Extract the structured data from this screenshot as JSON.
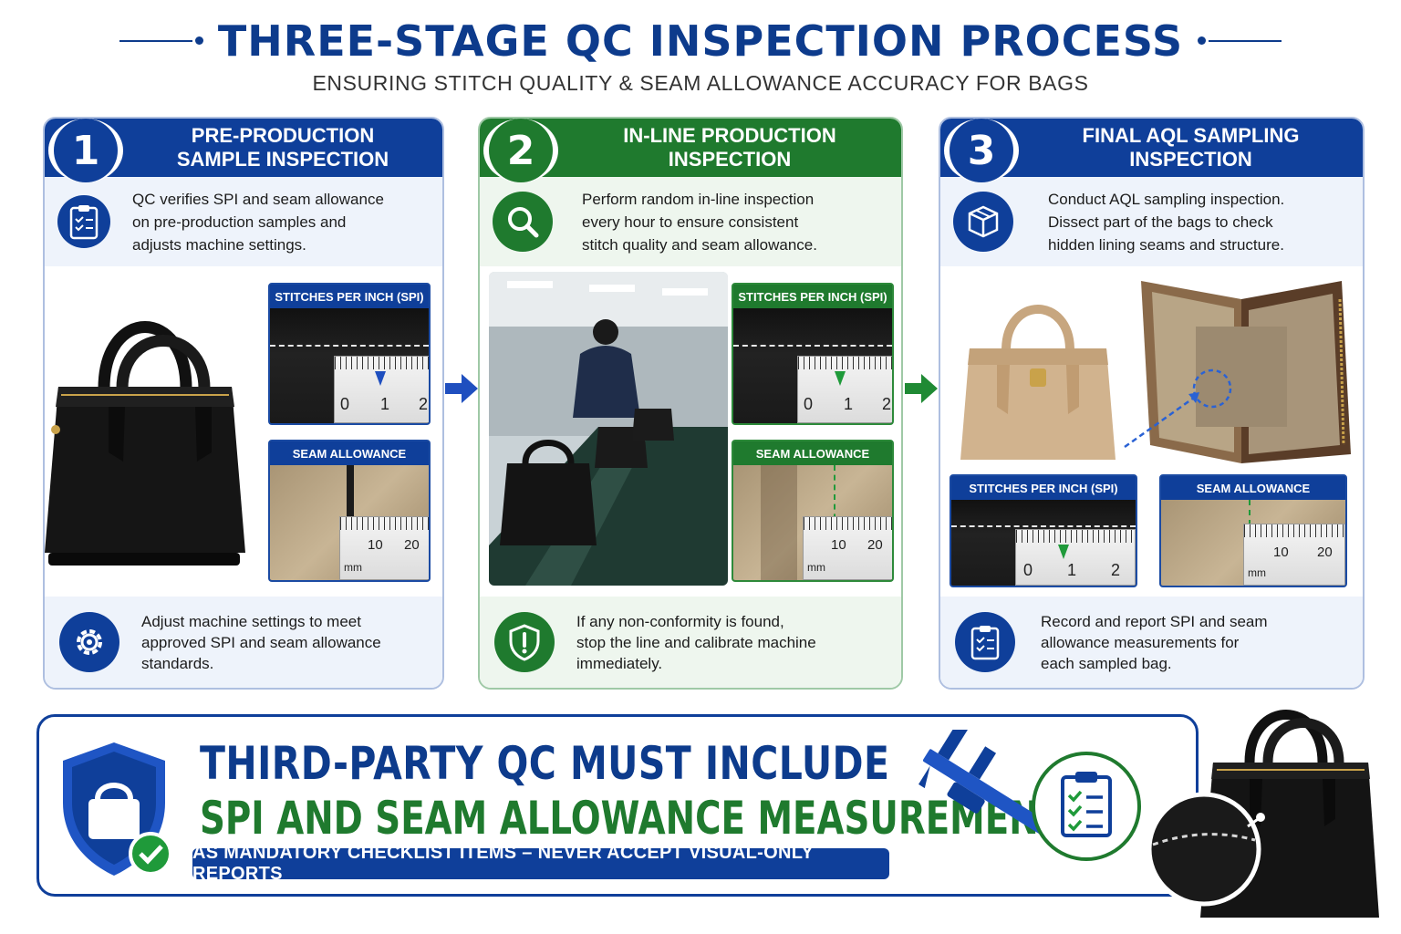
{
  "header": {
    "title": "THREE-STAGE QC INSPECTION PROCESS",
    "subtitle": "ENSURING STITCH QUALITY & SEAM ALLOWANCE ACCURACY FOR BAGS"
  },
  "stages": [
    {
      "number": "1",
      "title_line1": "PRE-PRODUCTION",
      "title_line2": "SAMPLE INSPECTION",
      "desc_line1": "QC verifies SPI and seam allowance",
      "desc_line2": "on pre-production samples and",
      "desc_line3": "adjusts machine settings.",
      "spi_label": "STITCHES PER INCH (SPI)",
      "seam_label": "SEAM ALLOWANCE",
      "foot_line1": "Adjust machine settings to meet",
      "foot_line2": "approved SPI and seam allowance",
      "foot_line3": "standards.",
      "desc_icon": "clipboard-icon",
      "foot_icon": "gear-icon"
    },
    {
      "number": "2",
      "title_line1": "IN-LINE PRODUCTION",
      "title_line2": "INSPECTION",
      "desc_line1": "Perform random in-line inspection",
      "desc_line2": "every hour to ensure consistent",
      "desc_line3": "stitch quality and seam allowance.",
      "spi_label": "STITCHES PER INCH (SPI)",
      "seam_label": "SEAM ALLOWANCE",
      "foot_line1": "If any non-conformity is found,",
      "foot_line2": "stop the line and calibrate machine",
      "foot_line3": "immediately.",
      "desc_icon": "magnifier-icon",
      "foot_icon": "shield-alert-icon"
    },
    {
      "number": "3",
      "title_line1": "FINAL AQL SAMPLING",
      "title_line2": "INSPECTION",
      "desc_line1": "Conduct AQL sampling inspection.",
      "desc_line2": "Dissect part of the bags to check",
      "desc_line3": "hidden lining seams and structure.",
      "spi_label": "STITCHES PER INCH (SPI)",
      "seam_label": "SEAM ALLOWANCE",
      "foot_line1": "Record and report SPI and seam",
      "foot_line2": "allowance measurements for",
      "foot_line3": "each sampled bag.",
      "desc_icon": "box-icon",
      "foot_icon": "clipboard-icon"
    }
  ],
  "ruler": {
    "inch": [
      "0",
      "1",
      "2"
    ],
    "mm": [
      "10",
      "20"
    ],
    "mm_unit": "mm"
  },
  "banner": {
    "line1": "THIRD-PARTY QC MUST INCLUDE",
    "line2": "SPI AND SEAM ALLOWANCE MEASUREMENT",
    "pill": "AS MANDATORY CHECKLIST ITEMS – NEVER ACCEPT VISUAL-ONLY REPORTS"
  },
  "colors": {
    "primary_blue": "#0f3f9a",
    "primary_green": "#1f7a2e",
    "light_blue": "#eef3fb",
    "light_green": "#eef6ee"
  }
}
